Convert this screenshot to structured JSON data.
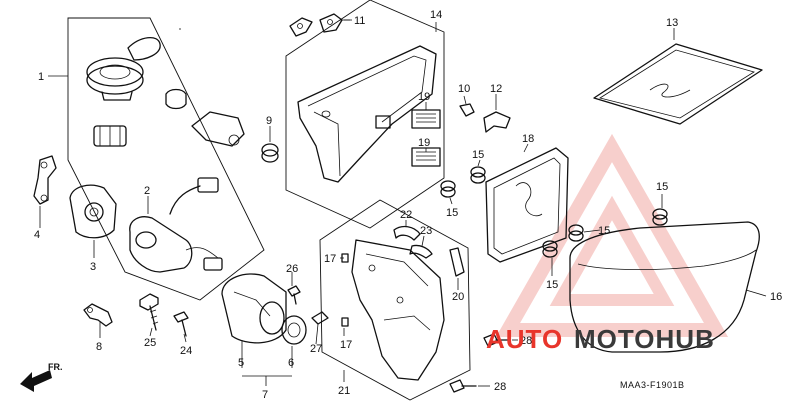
{
  "diagram": {
    "drawing_code": "MAA3-F1901B",
    "direction_label": "FR.",
    "watermark": {
      "text_left": "AUTO",
      "text_right": "MOTOHUB",
      "color_primary": "#e8352b",
      "color_secondary": "#3a3a3a",
      "triangle_color": "#f2a9a3"
    },
    "callouts": {
      "c1": "1",
      "c2": "2",
      "c3": "3",
      "c4": "4",
      "c5": "5",
      "c6": "6",
      "c7": "7",
      "c8": "8",
      "c9": "9",
      "c10": "10",
      "c11": "11",
      "c12": "12",
      "c13": "13",
      "c14": "14",
      "c15a": "15",
      "c15b": "15",
      "c15c": "15",
      "c15d": "15",
      "c15e": "15",
      "c16": "16",
      "c17a": "17",
      "c17b": "17",
      "c18": "18",
      "c19a": "19",
      "c19b": "19",
      "c20": "20",
      "c21": "21",
      "c22": "22",
      "c23": "23",
      "c24": "24",
      "c25": "25",
      "c26": "26",
      "c27": "27",
      "c28a": "28",
      "c28b": "28"
    }
  }
}
